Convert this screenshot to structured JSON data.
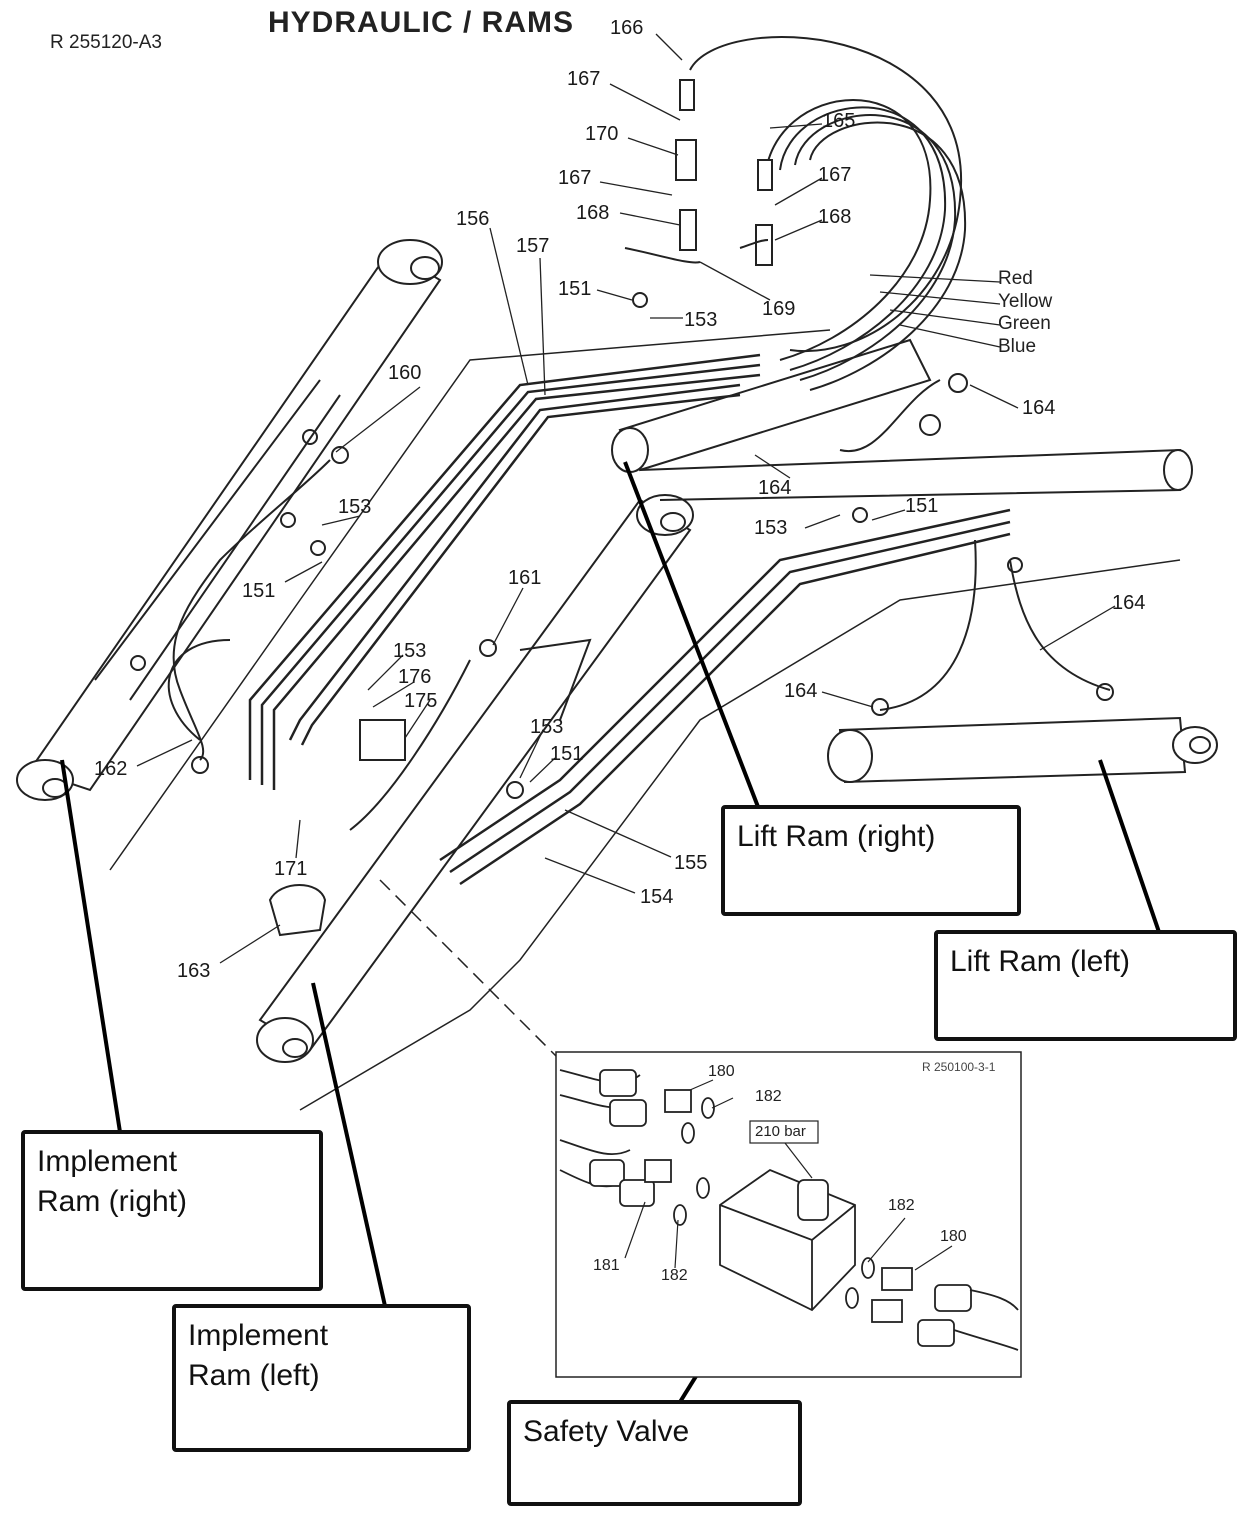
{
  "doc_code": "R 255120-A3",
  "title": "HYDRAULIC / RAMS",
  "part_refs": {
    "p166": "166",
    "p167a": "167",
    "p170": "170",
    "p167b": "167",
    "p168a": "168",
    "p165": "165",
    "p167c": "167",
    "p168b": "168",
    "p169": "169",
    "p156": "156",
    "p157": "157",
    "p151a": "151",
    "p153a": "153",
    "p160": "160",
    "p164a": "164",
    "p164b": "164",
    "p153b": "153",
    "p151b": "151",
    "p153c": "153",
    "p151c": "151",
    "p161": "161",
    "p164c": "164",
    "p164d": "164",
    "p153d": "153",
    "p176": "176",
    "p175": "175",
    "p162": "162",
    "p153e": "153",
    "p151d": "151",
    "p155": "155",
    "p171": "171",
    "p154": "154",
    "p163": "163"
  },
  "wires": [
    "Red",
    "Yellow",
    "Green",
    "Blue"
  ],
  "inset": {
    "code": "R 250100-3-1",
    "pressure": "210 bar",
    "refs": {
      "a180": "180",
      "a182": "182",
      "b182": "182",
      "b180": "180",
      "c181": "181",
      "c182": "182"
    }
  },
  "callouts": {
    "lift_right": "Lift Ram (right)",
    "lift_left": "Lift Ram (left)",
    "impl_right": "Implement\nRam (right)",
    "impl_left": "Implement\nRam (left)",
    "safety_valve": "Safety Valve"
  }
}
